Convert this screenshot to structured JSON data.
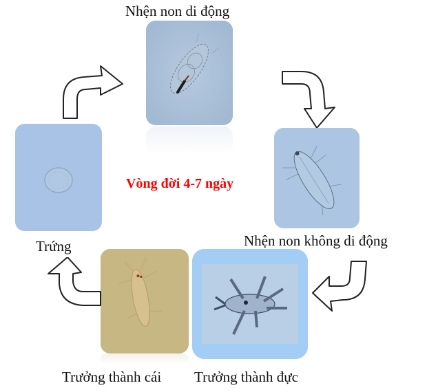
{
  "diagram": {
    "title": "Vòng đời 4-7 ngày",
    "title_color": "#ff0000",
    "type": "life-cycle",
    "stages": [
      {
        "id": "egg",
        "label": "Trứng",
        "image": "egg-micrograph",
        "bg_color": "#a9c3e6"
      },
      {
        "id": "mobile-nymph",
        "label": "Nhện non di động",
        "image": "mobile-nymph-micrograph",
        "bg_color": "#a7bfd9"
      },
      {
        "id": "immobile-nymph",
        "label": "Nhện non không di động",
        "image": "immobile-nymph-micrograph",
        "bg_color": "#a9c6e5"
      },
      {
        "id": "adult-male",
        "label": "Trưởng thành đực",
        "image": "adult-male-micrograph",
        "bg_color": "#a3cdf5"
      },
      {
        "id": "adult-female",
        "label": "Trưởng thành cái",
        "image": "adult-female-micrograph",
        "bg_color": "#c8b885"
      }
    ],
    "arrows": [
      {
        "from": "egg",
        "to": "mobile-nymph",
        "icon": "curved-arrow-right-icon"
      },
      {
        "from": "mobile-nymph",
        "to": "immobile-nymph",
        "icon": "curved-arrow-down-icon"
      },
      {
        "from": "immobile-nymph",
        "to": "adult-male",
        "icon": "curved-arrow-left-icon"
      },
      {
        "from": "adult-female",
        "to": "egg",
        "icon": "curved-arrow-up-icon"
      }
    ]
  }
}
